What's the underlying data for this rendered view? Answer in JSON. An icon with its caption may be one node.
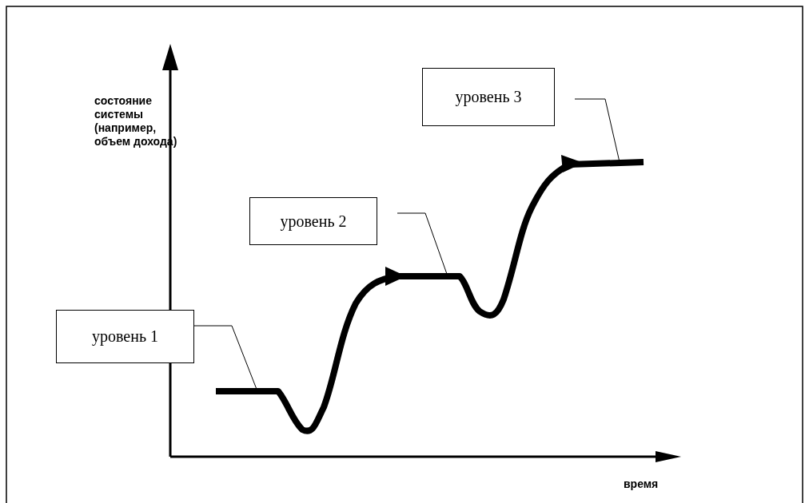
{
  "diagram": {
    "nodes": [
      {
        "text": [
          "уровень 1"
        ]
      },
      {
        "text": [
          "уровень 2"
        ]
      },
      {
        "text": [
          "уровень 3"
        ]
      }
    ],
    "edges": [
      {
        "from": 0,
        "to": null,
        "arrow": "none"
      },
      {
        "from": 1,
        "to": null,
        "arrow": "none"
      },
      {
        "from": 2,
        "to": null,
        "arrow": "none"
      }
    ],
    "labels": [
      "состояние системы (например, объем дохода)",
      "время"
    ]
  }
}
